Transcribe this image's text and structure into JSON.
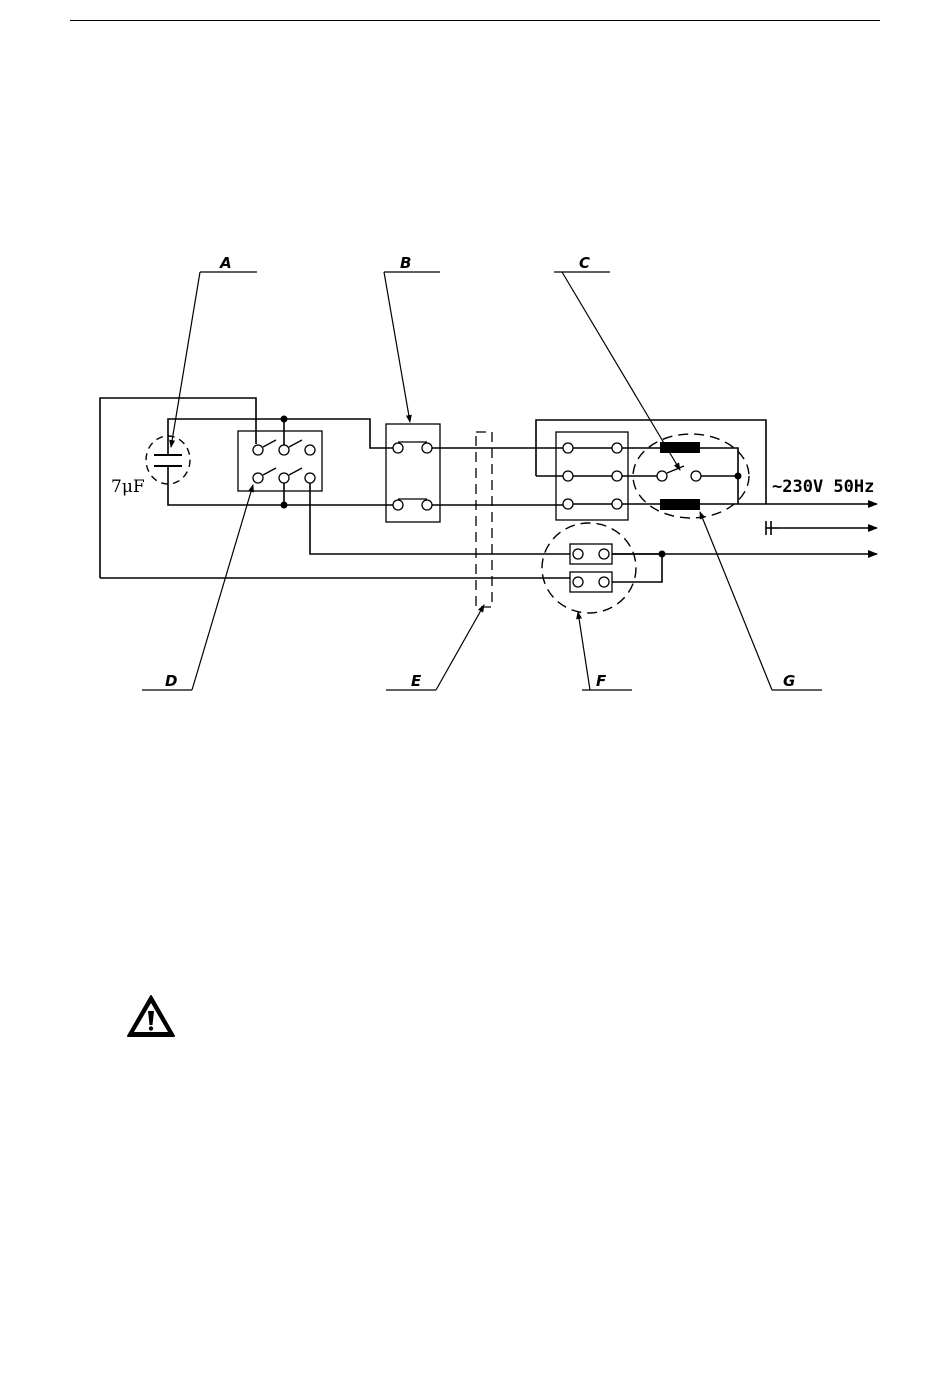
{
  "diagram": {
    "callouts": {
      "a": "A",
      "b": "B",
      "c": "C",
      "d": "D",
      "e": "E",
      "f": "F",
      "g": "G"
    },
    "capacitor_label": "7μF",
    "mains_label": "~230V 50Hz"
  },
  "icons": {
    "warning": "warning-triangle-icon"
  }
}
